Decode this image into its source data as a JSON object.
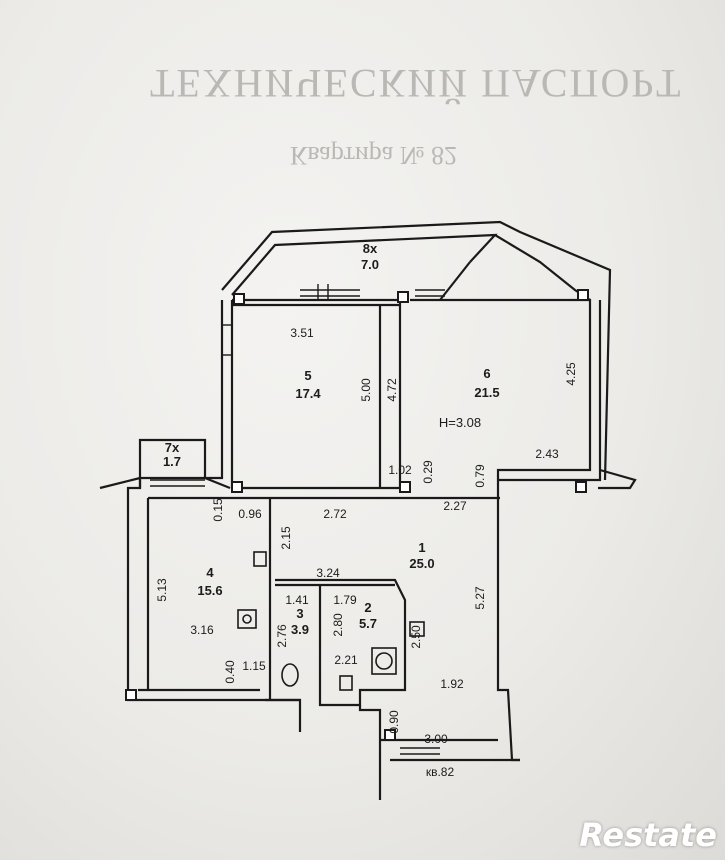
{
  "header": {
    "title": "ТЕХНИЧЕСКИЙ ПАСПОРТ",
    "subtitle": "Квартира № 82"
  },
  "rooms": [
    {
      "number": "1",
      "area": "25.0"
    },
    {
      "number": "2",
      "area": "5.7"
    },
    {
      "number": "3",
      "area": "3.9"
    },
    {
      "number": "4",
      "area": "15.6"
    },
    {
      "number": "5",
      "area": "17.4"
    },
    {
      "number": "6",
      "area": "21.5"
    },
    {
      "number": "7х",
      "area": "1.7"
    },
    {
      "number": "8х",
      "area": "7.0"
    }
  ],
  "ceiling_height": "H=3.08",
  "dimensions": [
    "3.51",
    "5.00",
    "4.72",
    "4.25",
    "2.43",
    "1.02",
    "0.29",
    "0.79",
    "0.15",
    "0.96",
    "2.72",
    "2.27",
    "2.15",
    "5.13",
    "3.24",
    "1.41",
    "1.79",
    "2.80",
    "2.76",
    "3.16",
    "2.50",
    "2.21",
    "0.40",
    "1.15",
    "5.27",
    "1.92",
    "0.90",
    "3.00"
  ],
  "apartment_label": "кв.82",
  "watermark": "Restate"
}
